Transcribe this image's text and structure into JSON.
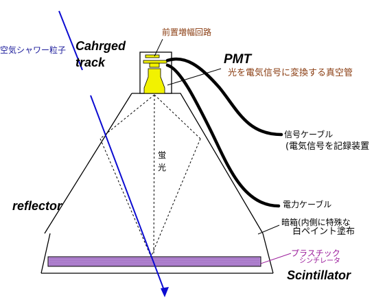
{
  "labels": {
    "air_shower": "空気シャワー粒子",
    "charged_track_1": "Cahrged",
    "charged_track_2": "track",
    "preamp": "前置増幅回路",
    "pmt": "PMT",
    "pmt_desc": "光を電気信号に変換する真空管",
    "signal_cable": "信号ケーブル",
    "signal_cable_desc": "(電気信号を記録装置",
    "scint_light_1": "蛍",
    "scint_light_2": "光",
    "reflector": "reflector",
    "power_cable": "電力ケーブル",
    "dark_box_1": "暗箱(内側に特殊な",
    "dark_box_2": "白ペイント塗布",
    "plastic": "プラスチック",
    "plastic_sub": "シンチレータ",
    "scintillator": "Scintillator"
  },
  "colors": {
    "track": "#0b0bd1",
    "pmt_yellow": "#f2f200",
    "scint_fill": "#b98ad9",
    "preamp_text": "#8a3d12",
    "blue_text": "#1a1a9a",
    "plastic_text": "#9a1a9a"
  }
}
